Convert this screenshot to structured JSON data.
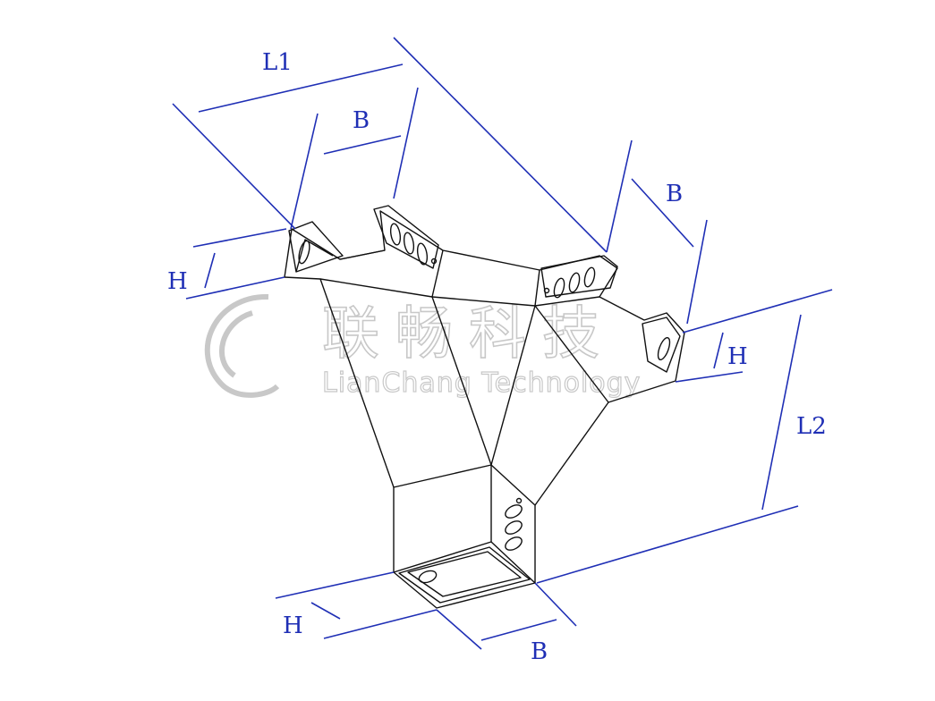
{
  "colors": {
    "dimension": "#1f2fb5",
    "outline": "#111111",
    "watermark": "#c8c8c8",
    "background": "#ffffff"
  },
  "labels": {
    "L1": "L1",
    "L2": "L2",
    "B_top": "B",
    "B_right": "B",
    "B_bottom": "B",
    "H_left": "H",
    "H_right": "H",
    "H_bottom": "H"
  },
  "watermark": {
    "chinese": "联畅科技",
    "english": "LianChang Technology"
  }
}
